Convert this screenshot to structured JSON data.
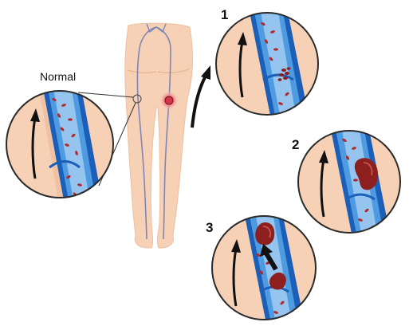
{
  "labels": {
    "normal": "Normal",
    "step1": "1",
    "step2": "2",
    "step3": "3"
  },
  "colors": {
    "skin": "#f6d1b6",
    "skin_edge": "#e7b796",
    "vein_dark": "#1b5fb8",
    "vein_light": "#4f9be2",
    "vein_core": "#cfe6f7",
    "blood_cell": "#b52626",
    "clot": "#8e1f1f",
    "leg_vein": "#7f86b6",
    "highlight": "#d8344a",
    "arrow": "#111111"
  },
  "icons": {
    "flow_arrow": "curved-up-arrow-icon",
    "clot_motion": "thick-arrow-icon"
  }
}
